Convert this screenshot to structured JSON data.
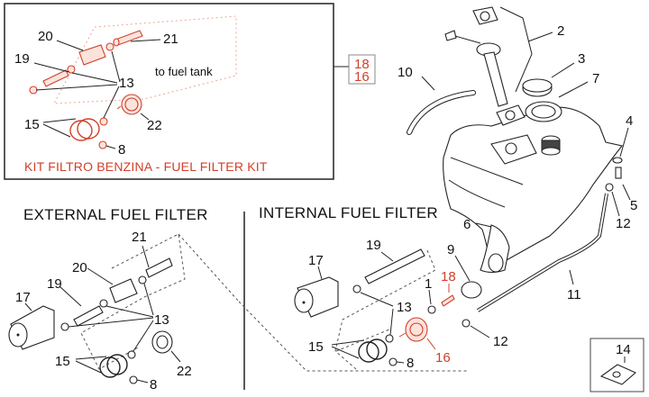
{
  "diagram": {
    "kit_box": {
      "title": "KIT FILTRO BENZINA - FUEL FILTER KIT",
      "note": "to fuel tank",
      "labels": [
        "20",
        "21",
        "19",
        "13",
        "15",
        "22",
        "8"
      ]
    },
    "ref_box": {
      "line1": "18",
      "line2": "16"
    },
    "tank": {
      "labels": [
        "2",
        "3",
        "7",
        "10",
        "4",
        "5",
        "12",
        "6",
        "9",
        "11",
        "12"
      ]
    },
    "external": {
      "title": "EXTERNAL FUEL FILTER",
      "labels": [
        "21",
        "20",
        "19",
        "17",
        "13",
        "15",
        "22",
        "8"
      ]
    },
    "internal": {
      "title": "INTERNAL FUEL FILTER",
      "labels": [
        "19",
        "17",
        "13",
        "15",
        "8",
        "1",
        "18",
        "16"
      ]
    },
    "clip_box": {
      "label": "14"
    },
    "colors": {
      "highlight": "#d0402a",
      "ink": "#222222"
    }
  }
}
